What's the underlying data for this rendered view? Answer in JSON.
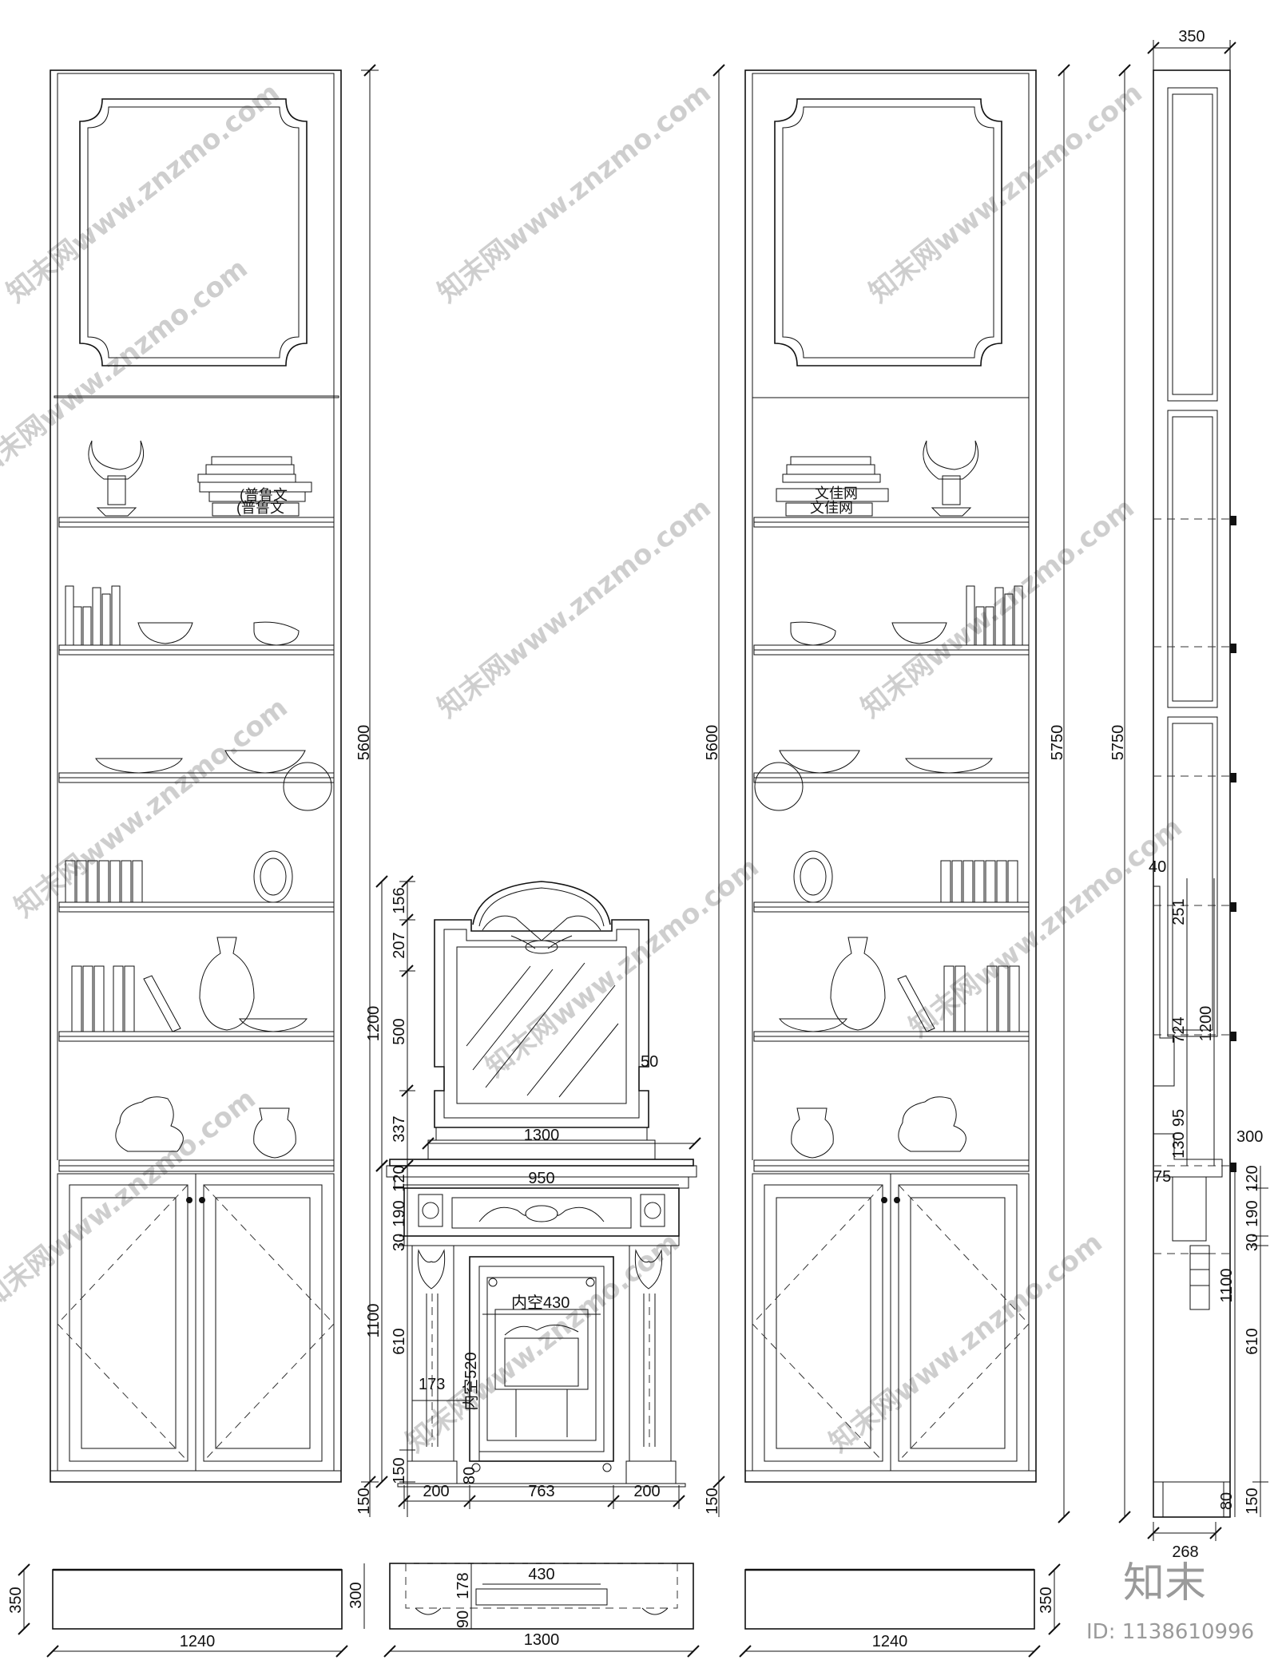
{
  "dimensions": {
    "top_width": "350",
    "cabinet_height": "5600",
    "overall_height": "5750",
    "base_height": "150",
    "side_depth": "268",
    "side_40": "40",
    "side_251": "251",
    "side_724": "724",
    "side_1200": "1200",
    "side_95": "95",
    "side_130": "130",
    "side_300": "300",
    "side_75": "75",
    "side_120": "120",
    "side_190": "190",
    "side_30": "30",
    "side_1100": "1100",
    "side_610": "610",
    "side_80": "80",
    "side_150": "150",
    "mirror_156": "156",
    "mirror_207": "207",
    "mirror_500": "500",
    "mirror_337": "337",
    "mirror_1200": "1200",
    "mirror_50": "50",
    "mantel_1300": "1300",
    "mantel_950": "950",
    "mantel_120": "120",
    "mantel_190": "190",
    "mantel_30": "30",
    "mantel_610": "610",
    "mantel_1100": "1100",
    "mantel_150": "150",
    "mantel_80": "80",
    "mantel_173": "173",
    "inner_430": "内空430",
    "inner_520": "内空520",
    "fp_200_left": "200",
    "fp_763": "763",
    "fp_200_right": "200",
    "plan_left_depth": "350",
    "plan_left_width": "1240",
    "plan_mid_depth": "300",
    "plan_mid_178": "178",
    "plan_mid_90": "90",
    "plan_mid_430": "430",
    "plan_mid_width": "1300",
    "plan_right_depth": "350",
    "plan_right_width": "1240"
  },
  "book_labels": [
    "(普鲁文",
    "(普鲁文",
    "文佳网",
    "文佳网"
  ],
  "watermark": "知末网www.znzmo.com",
  "logo": "知末",
  "id_text": "ID: 1138610996"
}
